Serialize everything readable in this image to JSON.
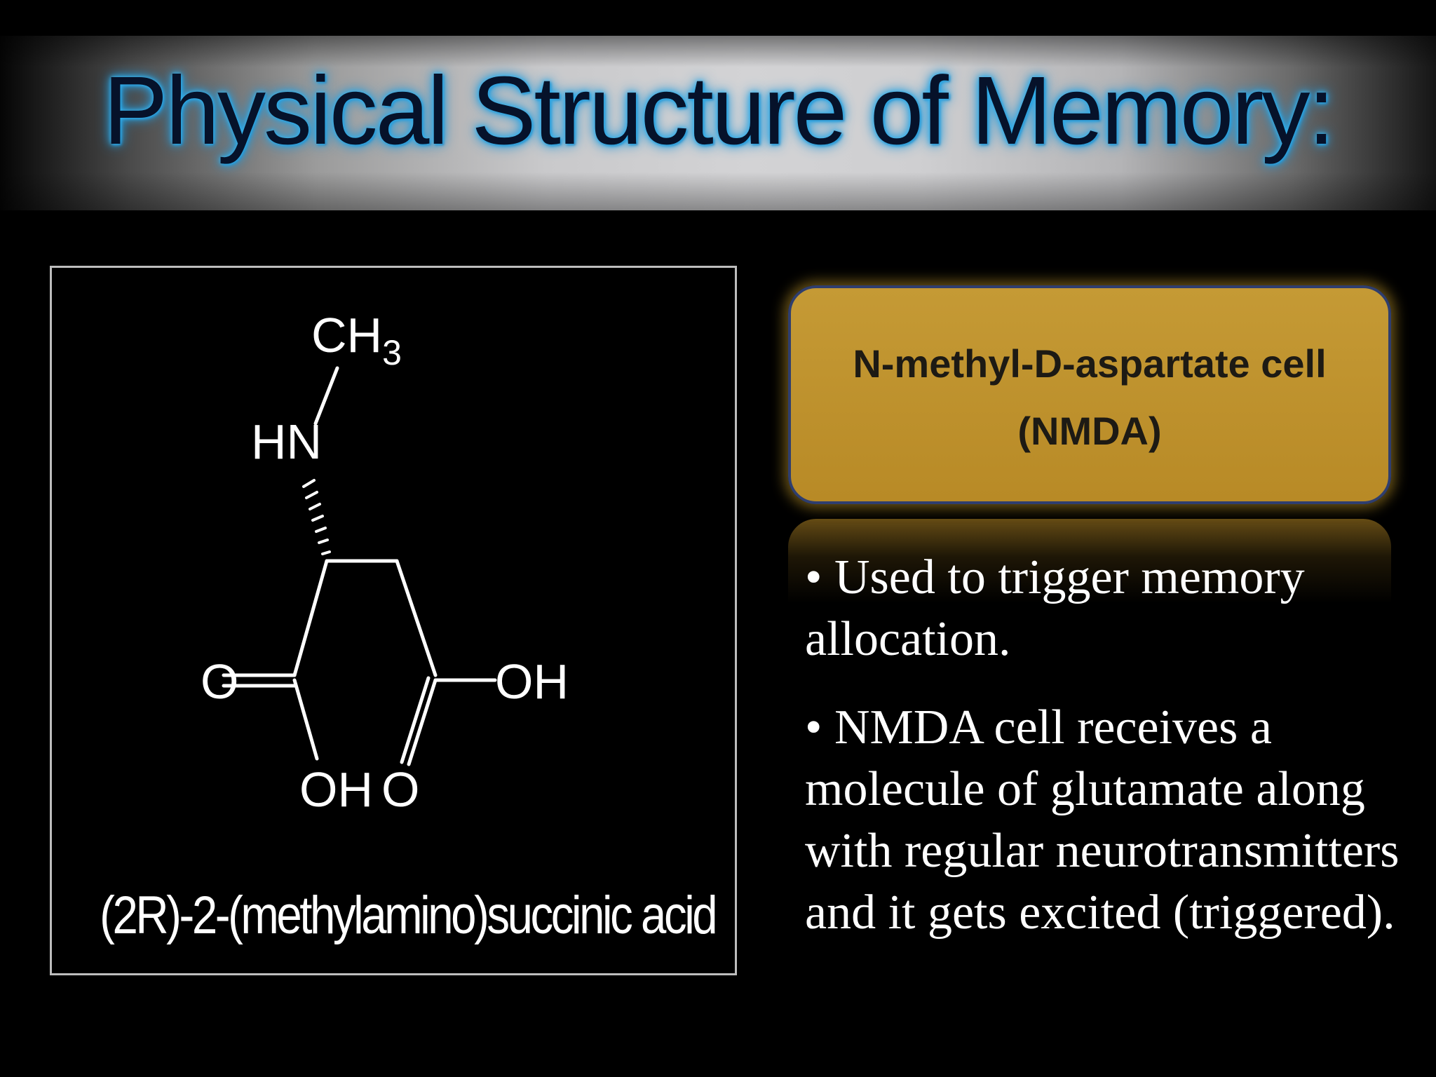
{
  "title": "Physical Structure of Memory:",
  "molecule": {
    "labels": {
      "ch3_main": "CH",
      "ch3_sub": "3",
      "hn": "HN",
      "o_left": "O",
      "oh_right": "OH",
      "oh_bottom": "OH",
      "o_bottom": "O"
    },
    "caption": "(2R)-2-(methylamino)succinic acid"
  },
  "callout": {
    "line1": "N-methyl-D-aspartate cell",
    "line2": "(NMDA)"
  },
  "bullets": [
    "•  Used to trigger memory allocation.",
    "• NMDA cell receives a molecule of glutamate along with regular neurotransmitters and it gets excited (triggered)."
  ]
}
